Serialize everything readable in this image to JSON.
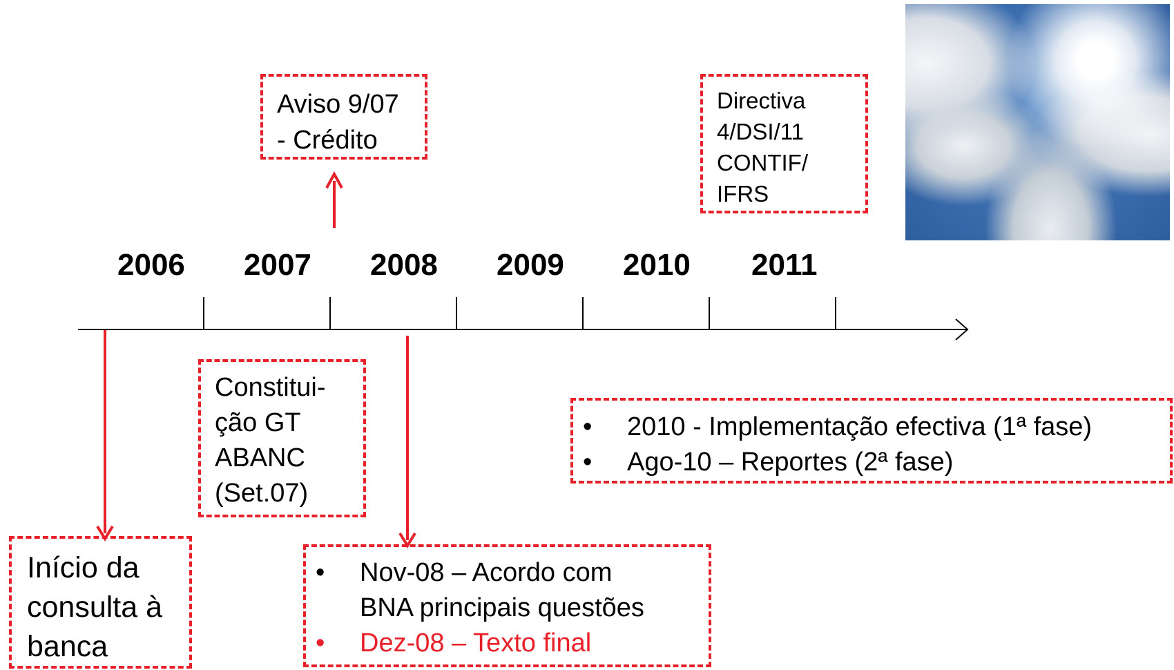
{
  "timeline": {
    "years": [
      "2006",
      "2007",
      "2008",
      "2009",
      "2010",
      "2011"
    ]
  },
  "boxes": {
    "aviso": [
      "Aviso 9/07",
      "- Crédito"
    ],
    "directiva": [
      "Directiva",
      "4/DSI/11",
      "CONTIF/",
      "IFRS"
    ],
    "constituicao": [
      "Constitui-",
      "ção GT",
      "ABANC",
      "(Set.07)"
    ],
    "implementacao": {
      "items": [
        "2010 - Implementação efectiva (1ª fase)",
        "Ago-10 – Reportes (2ª fase)"
      ]
    },
    "inicio": [
      "Início da",
      "consulta à",
      "banca"
    ],
    "acordo": {
      "items": [
        {
          "lines": [
            "Nov-08 – Acordo com",
            "BNA principais questões"
          ],
          "color": "#000000"
        },
        {
          "lines": [
            "Dez-08 – Texto final"
          ],
          "color": "#e8202a"
        }
      ]
    }
  },
  "bullet_glyph": "•",
  "image": {
    "semantic": "sky-clouds-sun-photo"
  },
  "colors": {
    "accent": "#e8202a",
    "text": "#000000",
    "axis": "#000000"
  }
}
